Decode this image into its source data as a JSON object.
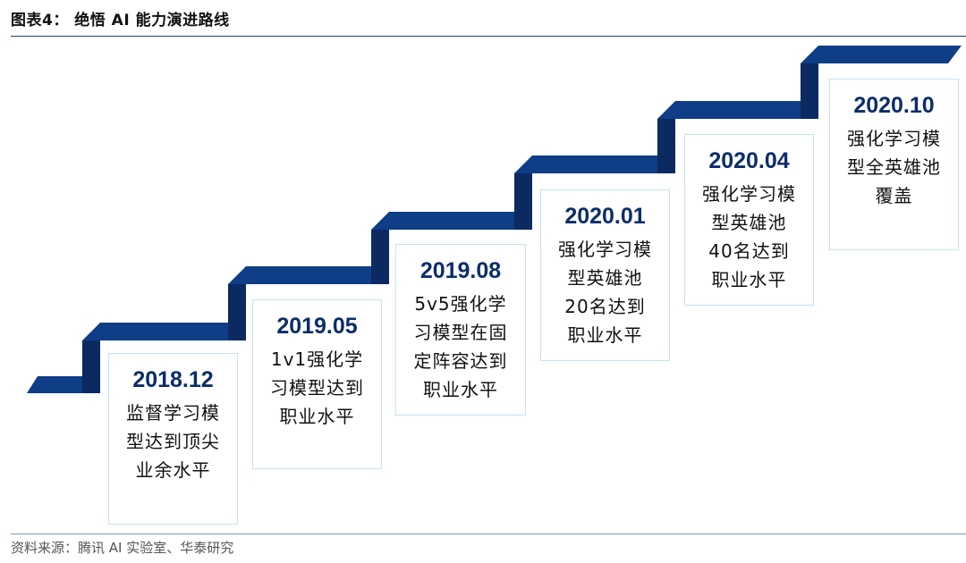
{
  "title": "图表4：  绝悟 AI 能力演进路线",
  "source": "资料来源：腾讯 AI 实验室、华泰研究",
  "colors": {
    "stair": "#0f3d86",
    "stair_dark": "#0a2a61",
    "card_border": "#c9e2f2",
    "date_text": "#0b2d6a"
  },
  "milestones": [
    {
      "date": "2018.12",
      "lines": [
        "监督学习模",
        "型达到顶尖",
        "业余水平"
      ]
    },
    {
      "date": "2019.05",
      "lines": [
        "1v1强化学",
        "习模型达到",
        "职业水平"
      ]
    },
    {
      "date": "2019.08",
      "lines": [
        "5v5强化学",
        "习模型在固",
        "定阵容达到",
        "职业水平"
      ]
    },
    {
      "date": "2020.01",
      "lines": [
        "强化学习模",
        "型英雄池",
        "20名达到",
        "职业水平"
      ]
    },
    {
      "date": "2020.04",
      "lines": [
        "强化学习模",
        "型英雄池",
        "40名达到",
        "职业水平"
      ]
    },
    {
      "date": "2020.10",
      "lines": [
        "强化学习模",
        "型全英雄池",
        "覆盖"
      ]
    }
  ]
}
